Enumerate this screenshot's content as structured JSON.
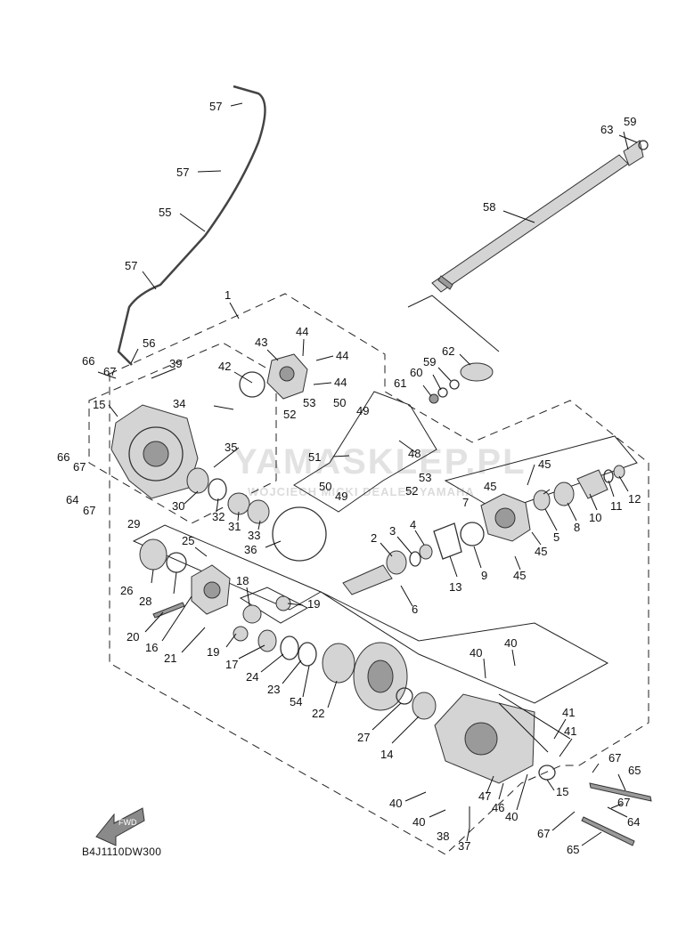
{
  "diagram": {
    "code": "B4J1110DW300",
    "fwd_label": "FWD",
    "watermark": "YAMASKLEP.PL",
    "watermark_sub": "WOJCIECH MICKI DEALER YAMAHA"
  },
  "callouts": [
    {
      "id": "c57a",
      "text": "57"
    },
    {
      "id": "c57b",
      "text": "57"
    },
    {
      "id": "c55",
      "text": "55"
    },
    {
      "id": "c57c",
      "text": "57"
    },
    {
      "id": "c56",
      "text": "56"
    },
    {
      "id": "c1",
      "text": "1"
    },
    {
      "id": "c66a",
      "text": "66"
    },
    {
      "id": "c67a",
      "text": "67"
    },
    {
      "id": "c39",
      "text": "39"
    },
    {
      "id": "c42",
      "text": "42"
    },
    {
      "id": "c43",
      "text": "43"
    },
    {
      "id": "c44a",
      "text": "44"
    },
    {
      "id": "c44b",
      "text": "44"
    },
    {
      "id": "c44c",
      "text": "44"
    },
    {
      "id": "c59a",
      "text": "59"
    },
    {
      "id": "c63",
      "text": "63"
    },
    {
      "id": "c58",
      "text": "58"
    },
    {
      "id": "c62",
      "text": "62"
    },
    {
      "id": "c59b",
      "text": "59"
    },
    {
      "id": "c60",
      "text": "60"
    },
    {
      "id": "c61",
      "text": "61"
    },
    {
      "id": "c34",
      "text": "34"
    },
    {
      "id": "c15a",
      "text": "15"
    },
    {
      "id": "c53a",
      "text": "53"
    },
    {
      "id": "c50a",
      "text": "50"
    },
    {
      "id": "c49a",
      "text": "49"
    },
    {
      "id": "c52a",
      "text": "52"
    },
    {
      "id": "c48",
      "text": "48"
    },
    {
      "id": "c66b",
      "text": "66"
    },
    {
      "id": "c35",
      "text": "35"
    },
    {
      "id": "c51",
      "text": "51"
    },
    {
      "id": "c67b",
      "text": "67"
    },
    {
      "id": "c64a",
      "text": "64"
    },
    {
      "id": "c67c",
      "text": "67"
    },
    {
      "id": "c50b",
      "text": "50"
    },
    {
      "id": "c49b",
      "text": "49"
    },
    {
      "id": "c53b",
      "text": "53"
    },
    {
      "id": "c52b",
      "text": "52"
    },
    {
      "id": "c45a",
      "text": "45"
    },
    {
      "id": "c45b",
      "text": "45"
    },
    {
      "id": "c12",
      "text": "12"
    },
    {
      "id": "c11",
      "text": "11"
    },
    {
      "id": "c10",
      "text": "10"
    },
    {
      "id": "c8",
      "text": "8"
    },
    {
      "id": "c5",
      "text": "5"
    },
    {
      "id": "c7",
      "text": "7"
    },
    {
      "id": "c30",
      "text": "30"
    },
    {
      "id": "c32",
      "text": "32"
    },
    {
      "id": "c31",
      "text": "31"
    },
    {
      "id": "c33",
      "text": "33"
    },
    {
      "id": "c29",
      "text": "29"
    },
    {
      "id": "c36",
      "text": "36"
    },
    {
      "id": "c2",
      "text": "2"
    },
    {
      "id": "c3",
      "text": "3"
    },
    {
      "id": "c4",
      "text": "4"
    },
    {
      "id": "c45c",
      "text": "45"
    },
    {
      "id": "c9",
      "text": "9"
    },
    {
      "id": "c13",
      "text": "13"
    },
    {
      "id": "c45d",
      "text": "45"
    },
    {
      "id": "c25",
      "text": "25"
    },
    {
      "id": "c26",
      "text": "26"
    },
    {
      "id": "c28",
      "text": "28"
    },
    {
      "id": "c18",
      "text": "18"
    },
    {
      "id": "c19a",
      "text": "19"
    },
    {
      "id": "c6",
      "text": "6"
    },
    {
      "id": "c20",
      "text": "20"
    },
    {
      "id": "c16",
      "text": "16"
    },
    {
      "id": "c21",
      "text": "21"
    },
    {
      "id": "c19b",
      "text": "19"
    },
    {
      "id": "c17",
      "text": "17"
    },
    {
      "id": "c24",
      "text": "24"
    },
    {
      "id": "c23",
      "text": "23"
    },
    {
      "id": "c54",
      "text": "54"
    },
    {
      "id": "c22",
      "text": "22"
    },
    {
      "id": "c40a",
      "text": "40"
    },
    {
      "id": "c40b",
      "text": "40"
    },
    {
      "id": "c41a",
      "text": "41"
    },
    {
      "id": "c27",
      "text": "27"
    },
    {
      "id": "c14",
      "text": "14"
    },
    {
      "id": "c41b",
      "text": "41"
    },
    {
      "id": "c67d",
      "text": "67"
    },
    {
      "id": "c65a",
      "text": "65"
    },
    {
      "id": "c15b",
      "text": "15"
    },
    {
      "id": "c67e",
      "text": "67"
    },
    {
      "id": "c47",
      "text": "47"
    },
    {
      "id": "c46",
      "text": "46"
    },
    {
      "id": "c40c",
      "text": "40"
    },
    {
      "id": "c40d",
      "text": "40"
    },
    {
      "id": "c40e",
      "text": "40"
    },
    {
      "id": "c64b",
      "text": "64"
    },
    {
      "id": "c38",
      "text": "38"
    },
    {
      "id": "c37",
      "text": "37"
    },
    {
      "id": "c67f",
      "text": "67"
    },
    {
      "id": "c65b",
      "text": "65"
    }
  ]
}
